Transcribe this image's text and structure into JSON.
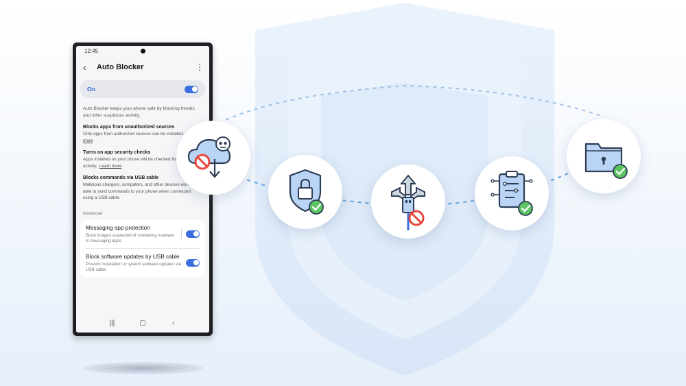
{
  "status_bar": {
    "time": "12:45"
  },
  "app_bar": {
    "title": "Auto Blocker"
  },
  "master_toggle": {
    "label": "On",
    "state": true
  },
  "description": "Auto Blocker keeps your phone safe by blocking threats and other suspicious activity.",
  "features": [
    {
      "title": "Blocks apps from unauthorized sources",
      "desc": "Only apps from authorized sources can be installed.",
      "link": "Learn more"
    },
    {
      "title": "Turns on app security checks",
      "desc": "Apps installed on your phone will be checked for malicious activity.",
      "link": "Learn more"
    },
    {
      "title": "Blocks commands via USB cable",
      "desc": "Malicious chargers, computers, and other devices won't be able to send commands to your phone when connected using a USB cable.",
      "link": ""
    }
  ],
  "advanced": {
    "label": "Advanced",
    "settings": [
      {
        "title": "Messaging app protection",
        "desc": "Block images suspected of containing malware in messaging apps.",
        "state": true
      },
      {
        "title": "Block software updates by USB cable",
        "desc": "Prevent installation of system software updates via USB cable.",
        "state": true
      }
    ]
  },
  "icons": [
    "cloud-download-blocked-icon",
    "lock-shield-check-icon",
    "usb-blocked-icon",
    "clipboard-check-icon",
    "folder-lock-check-icon"
  ],
  "colors": {
    "accent_blue": "#3b6fe0",
    "check_green": "#5cc461",
    "block_red": "#e8453c",
    "icon_blue_light": "#b9d4f5",
    "icon_outline": "#2d3e55"
  }
}
